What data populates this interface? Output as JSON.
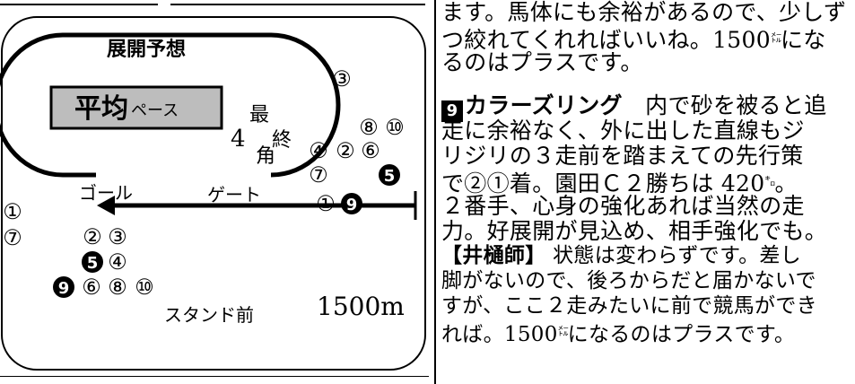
{
  "course": {
    "title": "展開予想",
    "pace_main": "平均",
    "pace_suffix": "ペース",
    "corner_chars": [
      "最",
      "4",
      "終",
      "角"
    ],
    "goal_label": "ゴール",
    "gate_label": "ゲート",
    "stand_label": "スタンド前",
    "distance": "1500m",
    "positions": [
      {
        "text": "③",
        "filled": false
      },
      {
        "text": "⑧",
        "filled": false
      },
      {
        "text": "⑩",
        "filled": false
      },
      {
        "text": "④",
        "filled": false
      },
      {
        "text": "②",
        "filled": false
      },
      {
        "text": "⑥",
        "filled": false
      },
      {
        "text": "⑦",
        "filled": false
      },
      {
        "text": "5",
        "filled": true
      },
      {
        "text": "①",
        "filled": false
      },
      {
        "text": "9",
        "filled": true
      },
      {
        "text": "①",
        "filled": false
      },
      {
        "text": "⑦",
        "filled": false
      },
      {
        "text": "②",
        "filled": false
      },
      {
        "text": "③",
        "filled": false
      },
      {
        "text": "5",
        "filled": true
      },
      {
        "text": "④",
        "filled": false
      },
      {
        "text": "9",
        "filled": true
      },
      {
        "text": "⑥",
        "filled": false
      },
      {
        "text": "⑧",
        "filled": false
      },
      {
        "text": "⑩",
        "filled": false
      }
    ],
    "colors": {
      "pace_box": "#bdbdbd",
      "ink": "#000000"
    }
  },
  "article": {
    "l1": "ます。馬体にも余裕があるので、少しず",
    "l2a": "つ絞れてくれればいいね。1500",
    "l2unit": "㍍",
    "l2b": "にな",
    "l3": "るのはプラスです。",
    "l4_badge": "9",
    "l4_name": "カラーズリング",
    "l4_rest": "　内で砂を被ると追",
    "l5": "走に余裕なく、外に出した直線もジ",
    "l6": "リジリの３走前を踏まえての先行策",
    "l7a": "で②①着。園田Ｃ２勝ちは 420",
    "l7unit": "㌔",
    "l7b": "。",
    "l8": "２番手、心身の強化あれば当然の走",
    "l9": "力。好展開が見込め、相手強化でも。",
    "l10_label": "【井樋師】",
    "l10_rest": "状態は変わらずです。差し",
    "l11": "脚がないので、後ろからだと届かないで",
    "l12": "すが、ここ２走みたいに前で競馬ができ",
    "l13a": "れば。1500",
    "l13unit": "㍍",
    "l13b": "になるのはプラスです。"
  }
}
